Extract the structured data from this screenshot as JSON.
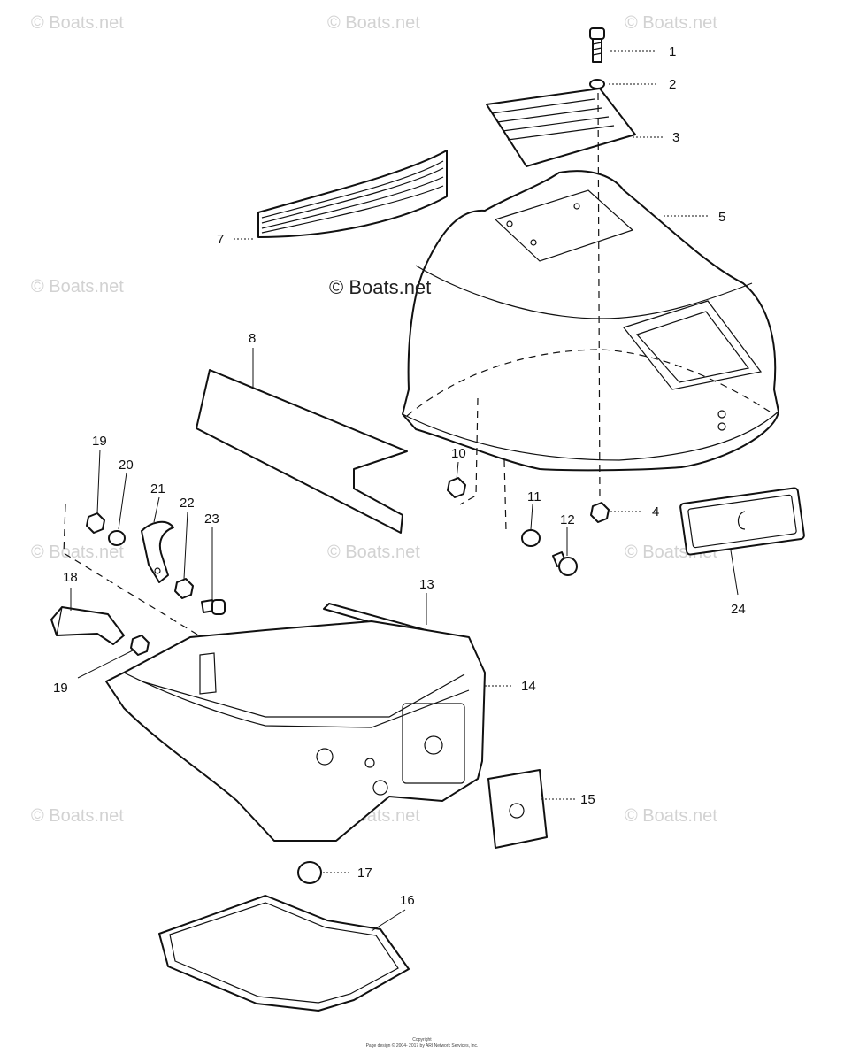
{
  "watermarks": [
    "© Boats.net"
  ],
  "center_watermark": "© Boats.net",
  "callouts": [
    "1",
    "2",
    "3",
    "4",
    "5",
    "7",
    "8",
    "10",
    "11",
    "12",
    "13",
    "14",
    "15",
    "16",
    "17",
    "18",
    "19",
    "19",
    "20",
    "21",
    "22",
    "23",
    "24"
  ],
  "footer": {
    "line1": "Copyright",
    "line2": "Page design © 2004- 2017 by ARI Network Services, Inc."
  }
}
